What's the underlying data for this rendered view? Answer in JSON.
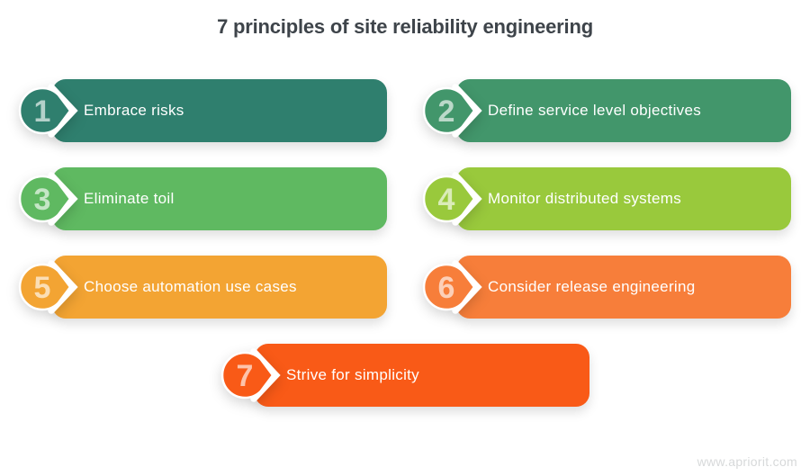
{
  "title": "7 principles of site reliability engineering",
  "watermark": "www.apriorit.com",
  "text_colors": {
    "title": "#3E444A",
    "bar_label": "#FFFFFF",
    "watermark": "#D7D9DA"
  },
  "items": [
    {
      "number": "1",
      "label": "Embrace risks",
      "color": "#2F7F6E"
    },
    {
      "number": "2",
      "label": "Define service level objectives",
      "color": "#42966B"
    },
    {
      "number": "3",
      "label": "Eliminate toil",
      "color": "#5FB961"
    },
    {
      "number": "4",
      "label": "Monitor distributed systems",
      "color": "#99C93C"
    },
    {
      "number": "5",
      "label": "Choose automation use cases",
      "color": "#F3A433"
    },
    {
      "number": "6",
      "label": "Consider release engineering",
      "color": "#F77E3A"
    },
    {
      "number": "7",
      "label": "Strive for simplicity",
      "color": "#F95A17"
    }
  ]
}
